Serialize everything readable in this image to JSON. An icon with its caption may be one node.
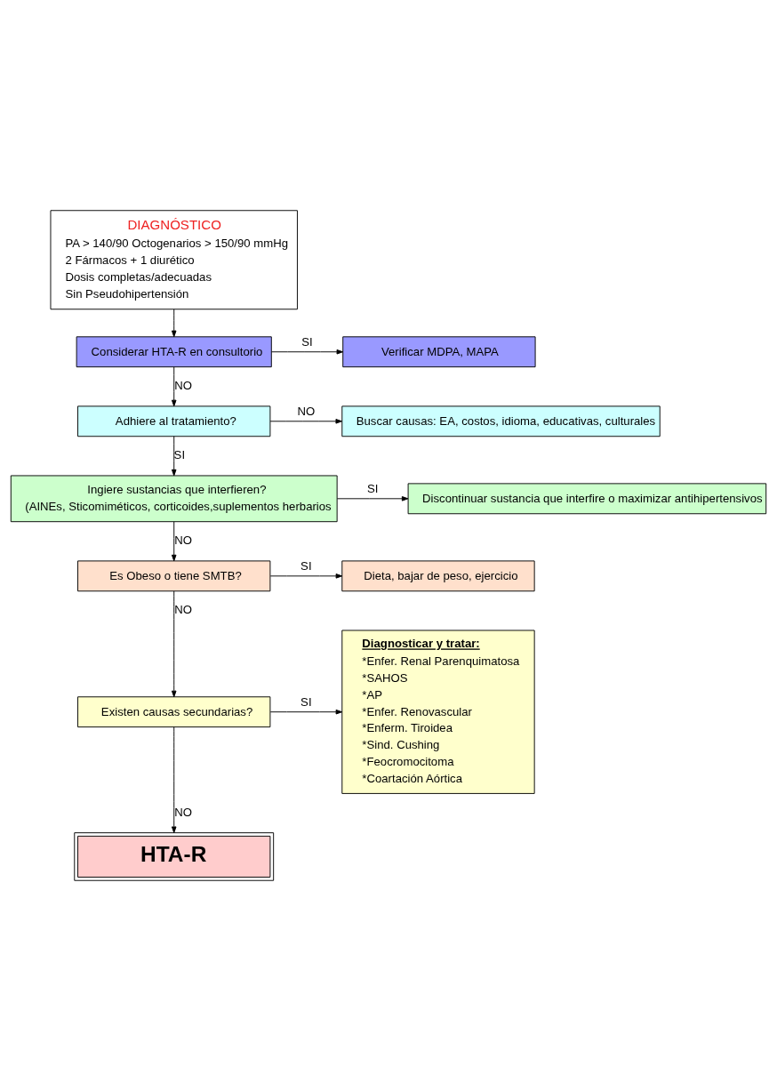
{
  "diagram": {
    "nodes": [
      {
        "text": [
          "DIAGNÓSTICO",
          "PA > 140/90 Octogenarios > 150/90 mmHg",
          "2 Fármacos + 1 diurético",
          "Dosis completas/adecuadas",
          "Sin Pseudohipertensión"
        ]
      },
      {
        "text": [
          "Considerar HTA-R en consultorio"
        ]
      },
      {
        "text": [
          "Verificar MDPA, MAPA"
        ]
      },
      {
        "text": [
          "Adhiere al tratamiento?"
        ]
      },
      {
        "text": [
          "Buscar causas: EA, costos, idioma, educativas, culturales"
        ]
      },
      {
        "text": [
          "Ingiere sustancias que interfieren?",
          "(AINEs, Sticomiméticos, corticoides,suplementos herbarios"
        ]
      },
      {
        "text": [
          "Discontinuar sustancia que interfire o maximizar antihipertensivos"
        ]
      },
      {
        "text": [
          "Es Obeso o tiene SMTB?"
        ]
      },
      {
        "text": [
          "Dieta, bajar de peso, ejercicio"
        ]
      },
      {
        "text": [
          "Existen causas secundarias?"
        ]
      },
      {
        "text": [
          "Diagnosticar y tratar:",
          "*Enfer. Renal Parenquimatosa",
          "*SAHOS",
          "*AP",
          "*Enfer. Renovascular",
          "*Enferm. Tiroidea",
          "*Sind. Cushing",
          "*Feocromocitoma",
          "*Coartación Aórtica"
        ]
      },
      {
        "text": [
          "HTA-R"
        ]
      }
    ],
    "edges": [
      {
        "from": 0,
        "to": 1,
        "arrow": "to"
      },
      {
        "from": 1,
        "to": 2,
        "arrow": "to",
        "label": "SI"
      },
      {
        "from": 1,
        "to": 3,
        "arrow": "to",
        "label": "NO"
      },
      {
        "from": 3,
        "to": 4,
        "arrow": "to",
        "label": "NO"
      },
      {
        "from": 3,
        "to": 5,
        "arrow": "to",
        "label": "SI"
      },
      {
        "from": 5,
        "to": 6,
        "arrow": "to",
        "label": "SI"
      },
      {
        "from": 5,
        "to": 7,
        "arrow": "to",
        "label": "NO"
      },
      {
        "from": 7,
        "to": 8,
        "arrow": "to",
        "label": "SI"
      },
      {
        "from": 7,
        "to": 9,
        "arrow": "to",
        "label": "NO"
      },
      {
        "from": 9,
        "to": 10,
        "arrow": "to",
        "label": "SI"
      },
      {
        "from": 9,
        "to": 11,
        "arrow": "to",
        "label": "NO"
      }
    ]
  }
}
